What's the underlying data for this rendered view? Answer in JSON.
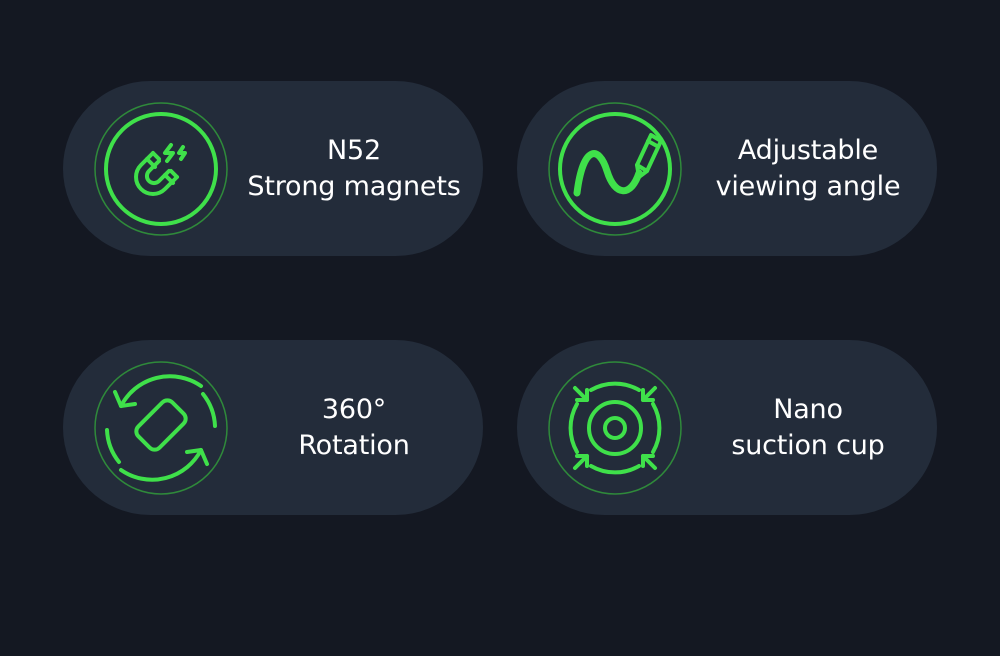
{
  "accent_color": "#3fe04a",
  "background_color": "#141822",
  "card_color": "#232c3a",
  "features": [
    {
      "icon": "magnet-icon",
      "line1": "N52",
      "line2": "Strong magnets"
    },
    {
      "icon": "pen-wave-icon",
      "line1": "Adjustable",
      "line2": "viewing angle"
    },
    {
      "icon": "rotation-icon",
      "line1": "360°",
      "line2": "Rotation"
    },
    {
      "icon": "suction-cup-icon",
      "line1": "Nano",
      "line2": "suction cup"
    }
  ]
}
